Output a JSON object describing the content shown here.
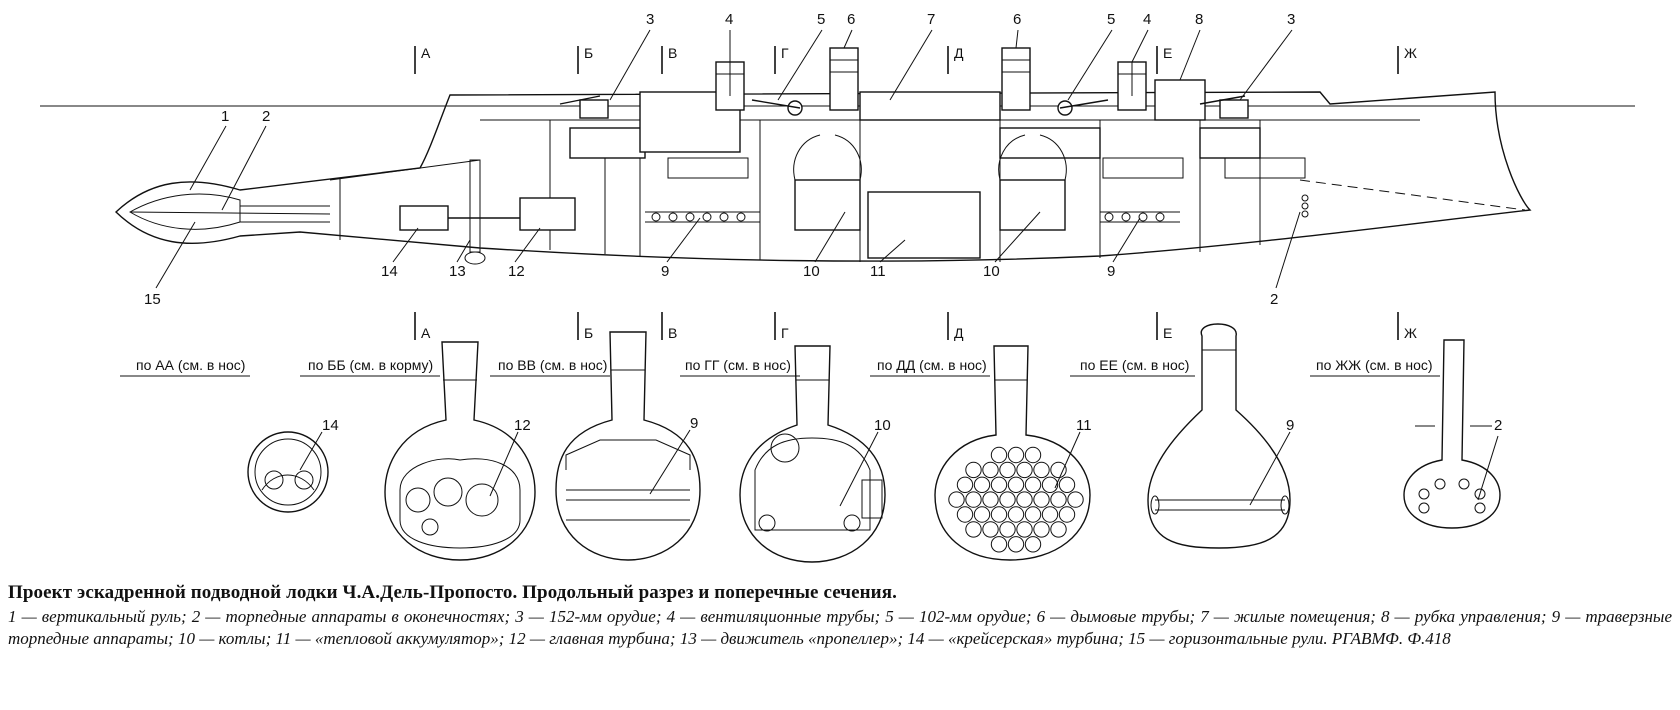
{
  "diagram": {
    "section_markers": [
      "А",
      "Б",
      "В",
      "Г",
      "Д",
      "Е",
      "Ж"
    ],
    "callouts_top": [
      "3",
      "4",
      "5",
      "6",
      "7",
      "6",
      "5",
      "4",
      "8",
      "3"
    ],
    "callouts_left": [
      "1",
      "2",
      "15"
    ],
    "callouts_bottom": [
      "14",
      "13",
      "12",
      "9",
      "10",
      "11",
      "10",
      "9",
      "2"
    ],
    "section_views": [
      {
        "label": "по АА (см. в нос)",
        "marker": "А",
        "callout": "14"
      },
      {
        "label": "по   ББ (см. в корму)",
        "marker": "Б",
        "callout": "12"
      },
      {
        "label": "по ВВ (см. в нос)",
        "marker": "В",
        "callout": "9"
      },
      {
        "label": "по ГГ (см. в нос)",
        "marker": "Г",
        "callout": "10"
      },
      {
        "label": "по ДД (см. в нос)",
        "marker": "Д",
        "callout": "11"
      },
      {
        "label": "по ЕЕ (см. в нос)",
        "marker": "Е",
        "callout": "9"
      },
      {
        "label": "по ЖЖ (см. в нос)",
        "marker": "Ж",
        "callout": "2"
      }
    ]
  },
  "caption": {
    "title": "Проект эскадренной подводной лодки Ч.А.Дель-Пропосто. Продольный разрез и поперечные сечения.",
    "legend": "1 — вертикальный руль; 2 — торпедные аппараты в оконечностях; 3 — 152-мм орудие; 4 — вентиляционные трубы; 5 — 102-мм орудие; 6 — дымовые трубы; 7 — жилые помещения; 8 — рубка управления; 9 — траверзные торпедные аппараты; 10 — котлы; 11 — «тепловой аккумулятор»; 12 — главная турбина; 13 — движитель «пропеллер»; 14 — «крейсерская» турбина; 15 — горизонтальные рули. РГАВМФ. Ф.418"
  }
}
